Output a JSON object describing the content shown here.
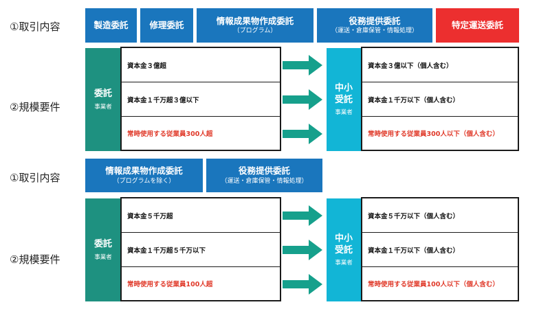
{
  "colors": {
    "category_blue": "#1a76bd",
    "category_red": "#ec2f2f",
    "contractor_green": "#1e9180",
    "subcontractor_cyan": "#12b5d6",
    "arrow_teal": "#16a08c",
    "warning_text": "#e03a2a"
  },
  "section1": {
    "transaction_label": "①取引内容",
    "scale_label": "②規模要件",
    "categories": [
      {
        "main": "製造委託",
        "sub": "",
        "color": "blue"
      },
      {
        "main": "修理委託",
        "sub": "",
        "color": "blue"
      },
      {
        "main": "情報成果物作成委託",
        "sub": "（プログラム）",
        "color": "blue"
      },
      {
        "main": "役務提供委託",
        "sub": "（運送・倉庫保管・情報処理）",
        "color": "blue"
      },
      {
        "main": "特定運送委託",
        "sub": "",
        "color": "red"
      }
    ],
    "contractor": {
      "main": "委託",
      "sub": "事業者"
    },
    "subcontractor": {
      "main_line1": "中小",
      "main_line2": "受託",
      "sub": "事業者"
    },
    "left_conditions": [
      {
        "text": "資本金３億超",
        "highlight": false
      },
      {
        "text": "資本金１千万超３億以下",
        "highlight": false
      },
      {
        "text": "常時使用する従業員300人超",
        "highlight": true
      }
    ],
    "right_conditions": [
      {
        "text": "資本金３億以下（個人含む）",
        "highlight": false
      },
      {
        "text": "資本金１千万以下（個人含む）",
        "highlight": false
      },
      {
        "text": "常時使用する従業員300人以下（個人含む）",
        "highlight": true
      }
    ]
  },
  "section2": {
    "transaction_label": "①取引内容",
    "scale_label": "②規模要件",
    "categories": [
      {
        "main": "情報成果物作成委託",
        "sub": "（プログラムを除く）",
        "color": "blue"
      },
      {
        "main": "役務提供委託",
        "sub": "（運送・倉庫保管・情報処理）",
        "color": "blue"
      }
    ],
    "contractor": {
      "main": "委託",
      "sub": "事業者"
    },
    "subcontractor": {
      "main_line1": "中小",
      "main_line2": "受託",
      "sub": "事業者"
    },
    "left_conditions": [
      {
        "text": "資本金５千万超",
        "highlight": false
      },
      {
        "text": "資本金１千万超５千万以下",
        "highlight": false
      },
      {
        "text": "常時使用する従業員100人超",
        "highlight": true
      }
    ],
    "right_conditions": [
      {
        "text": "資本金５千万以下（個人含む）",
        "highlight": false
      },
      {
        "text": "資本金１千万以下（個人含む）",
        "highlight": false
      },
      {
        "text": "常時使用する従業員100人以下（個人含む）",
        "highlight": true
      }
    ]
  }
}
